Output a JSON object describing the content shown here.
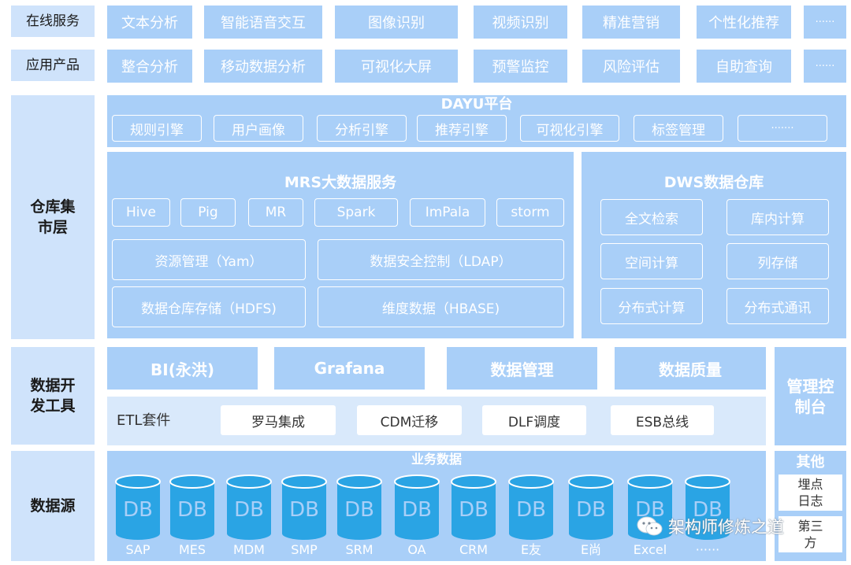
{
  "rows": {
    "online_services": "在线服务",
    "applications": "应用产品",
    "warehouse": "仓库集市层",
    "dev_tools": "数据开发工具",
    "data_source": "数据源"
  },
  "online_services": [
    "文本分析",
    "智能语音交互",
    "图像识别",
    "视频识别",
    "精准营销",
    "个性化推荐",
    "······"
  ],
  "applications": [
    "整合分析",
    "移动数据分析",
    "可视化大屏",
    "预警监控",
    "风险评估",
    "自助查询",
    "······"
  ],
  "dayu": {
    "title": "DAYU平台",
    "items": [
      "规则引擎",
      "用户画像",
      "分析引擎",
      "推荐引擎",
      "可视化引擎",
      "标签管理",
      "·······"
    ]
  },
  "mrs": {
    "title": "MRS大数据服务",
    "engines": [
      "Hive",
      "Pig",
      "MR",
      "Spark",
      "ImPala",
      "storm"
    ],
    "modules": [
      "资源管理（Yam）",
      "数据安全控制（LDAP）",
      "数据仓库存储（HDFS)",
      "维度数据（HBASE)"
    ]
  },
  "dws": {
    "title": "DWS数据仓库",
    "items": [
      "全文检索",
      "库内计算",
      "空间计算",
      "列存储",
      "分布式计算",
      "分布式通讯"
    ]
  },
  "dev_tools": {
    "top": [
      "BI(永洪)",
      "Grafana",
      "数据管理",
      "数据质量"
    ],
    "etl_label": "ETL套件",
    "etl_items": [
      "罗马集成",
      "CDM迁移",
      "DLF调度",
      "ESB总线"
    ]
  },
  "mgmt_console": "管理控制台",
  "data_source": {
    "title": "业务数据",
    "db_text": "DB",
    "sources": [
      "SAP",
      "MES",
      "MDM",
      "SMP",
      "SRM",
      "OA",
      "CRM",
      "E友",
      "E尚",
      "Excel",
      "······"
    ]
  },
  "other": {
    "title": "其他",
    "items": [
      "埋点日志",
      "第三方"
    ]
  },
  "watermark": "架构师修炼之道",
  "colors": {
    "label_bg": "#cfe3fb",
    "block_bg": "#a9cff8",
    "db_fill": "#2aa4e4",
    "text_light": "#ffffff"
  }
}
